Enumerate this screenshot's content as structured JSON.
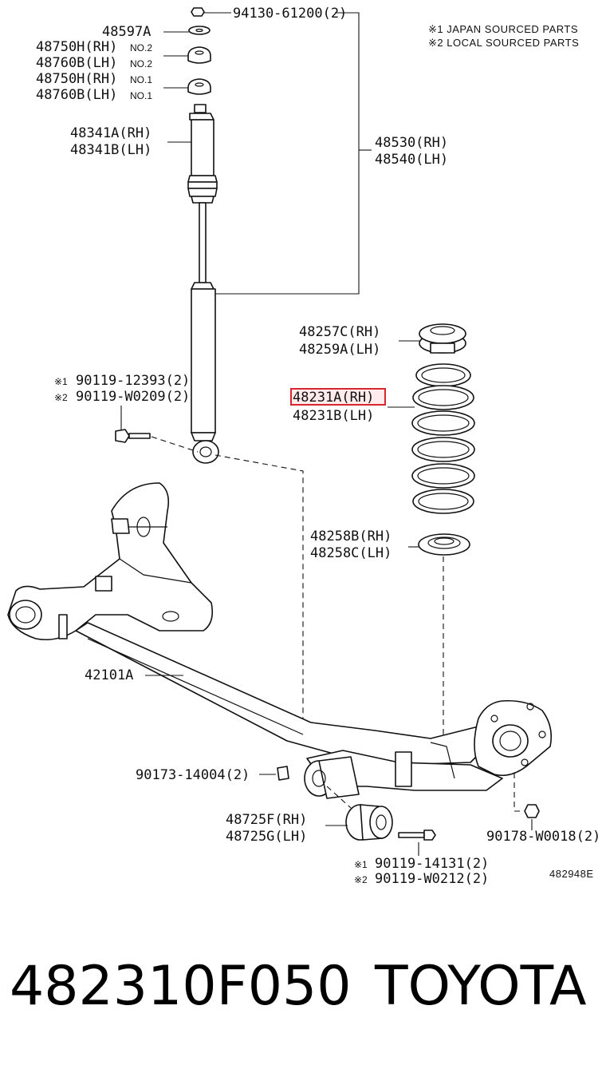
{
  "notes": {
    "note1": "※1 JAPAN SOURCED PARTS",
    "note2": "※2 LOCAL SOURCED PARTS"
  },
  "labels": {
    "nut_top": "94130-61200(2)",
    "washer": "48597A",
    "mount_rh_no2": "48750H(RH)",
    "mount_lh_no2": "48760B(LH)",
    "mount_rh_no1": "48750H(RH)",
    "mount_lh_no1": "48760B(LH)",
    "no2": "NO.2",
    "no1": "NO.1",
    "bumper_rh": "48341A(RH)",
    "bumper_lh": "48341B(LH)",
    "absorber_rh": "48530(RH)",
    "absorber_lh": "48540(LH)",
    "upper_seat_rh": "48257C(RH)",
    "upper_seat_lh": "48259A(LH)",
    "spring_rh": "48231A(RH)",
    "spring_lh": "48231B(LH)",
    "bolt_shock_1": "90119-12393(2)",
    "bolt_shock_2": "90119-W0209(2)",
    "mark1": "※1",
    "mark2": "※2",
    "lower_seat_rh": "48258B(RH)",
    "lower_seat_lh": "48258C(LH)",
    "beam": "42101A",
    "nut_beam": "90173-14004(2)",
    "bushing_rh": "48725F(RH)",
    "bushing_lh": "48725G(LH)",
    "nut_hub": "90178-W0018(2)",
    "bolt_beam_1": "90119-14131(2)",
    "bolt_beam_2": "90119-W0212(2)",
    "diagram_id": "482948E"
  },
  "caption": {
    "part_number": "482310F050",
    "brand": "TOYOTA"
  },
  "highlight_color": "#d8262f"
}
